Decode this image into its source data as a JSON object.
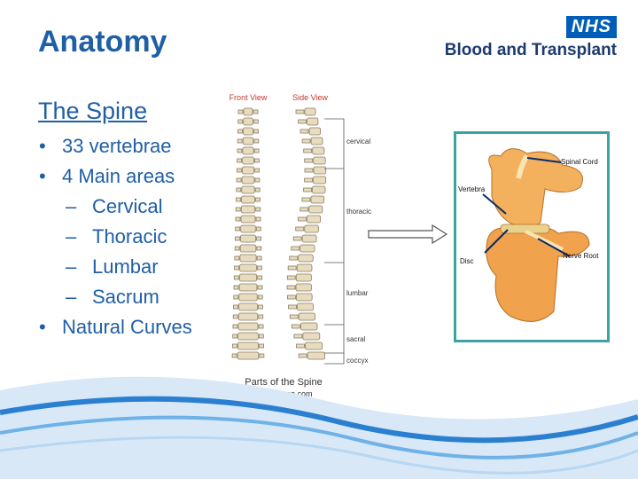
{
  "slide": {
    "title": "Anatomy",
    "subtitle": "The Spine",
    "bullets": [
      {
        "level": 1,
        "marker": "•",
        "text": "33 vertebrae"
      },
      {
        "level": 1,
        "marker": "•",
        "text": "4 Main areas"
      },
      {
        "level": 2,
        "marker": "–",
        "text": "Cervical"
      },
      {
        "level": 2,
        "marker": "–",
        "text": "Thoracic"
      },
      {
        "level": 2,
        "marker": "–",
        "text": "Lumbar"
      },
      {
        "level": 2,
        "marker": "–",
        "text": "Sacrum"
      },
      {
        "level": 1,
        "marker": "•",
        "text": "Natural Curves"
      }
    ]
  },
  "logo": {
    "badge": "NHS",
    "organisation": "Blood and Transplant"
  },
  "spine_figure": {
    "front_label": "Front View",
    "side_label": "Side View",
    "regions": [
      "cervical",
      "thoracic",
      "lumbar",
      "sacral",
      "coccyx"
    ],
    "caption": "Parts of the Spine",
    "credit": "Healthhype.com"
  },
  "detail_figure": {
    "labels": {
      "spinal_cord": "Spinal Cord",
      "vertebra": "Vertebra",
      "nerve_root": "Nerve Root",
      "disc": "Disc"
    }
  },
  "colors": {
    "title": "#1f5fa6",
    "nhs_blue": "#005eb8",
    "frame": "#3aa3a3",
    "wave": "#2a7fd0"
  }
}
